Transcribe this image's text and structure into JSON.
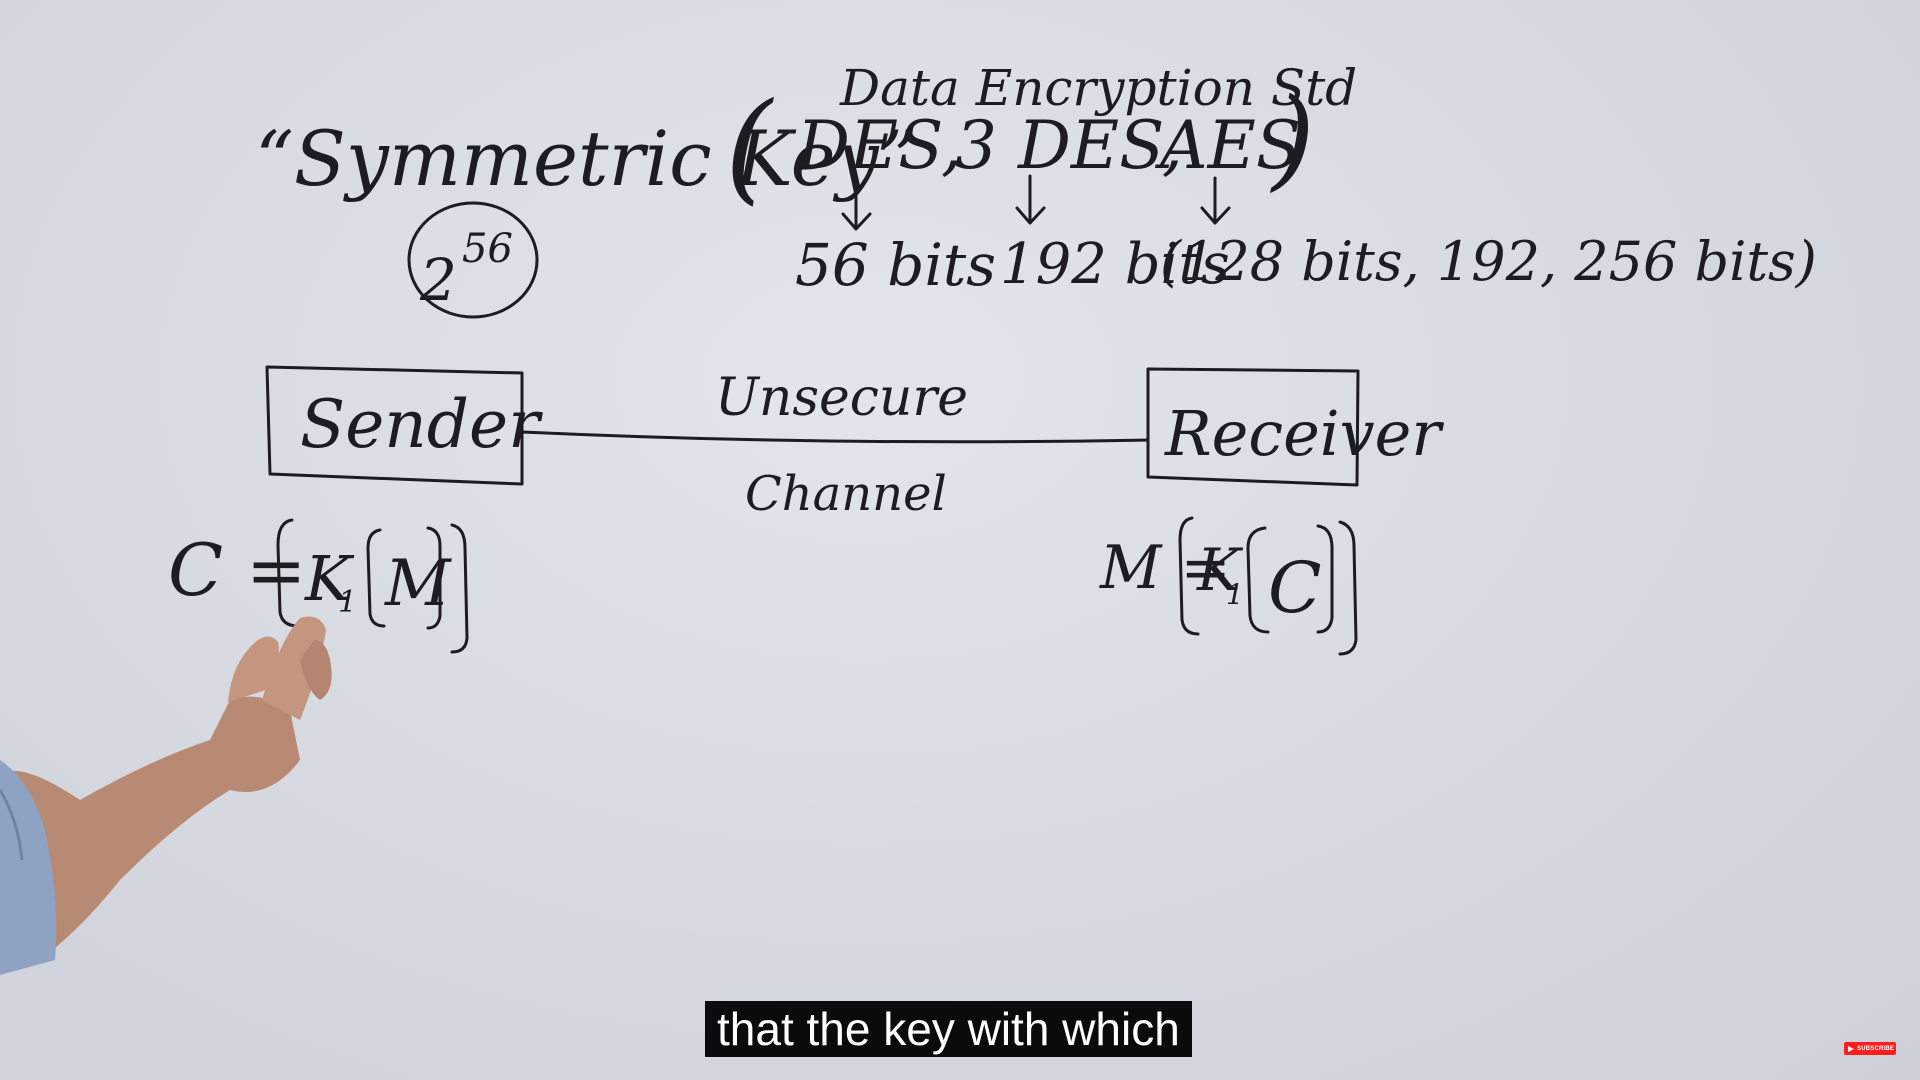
{
  "board": {
    "heading": "“Symmetric Key”",
    "key_space": {
      "base": "2",
      "exponent": "56"
    },
    "standard_note": "Data Encryption Std",
    "algorithms": {
      "open_paren": "(",
      "items": [
        "DES,",
        "3 DES,",
        "AES"
      ],
      "close_paren": ")"
    },
    "key_sizes": {
      "des": "56 bits",
      "triple_des": "192 bits",
      "aes": "(128 bits, 192, 256 bits)"
    },
    "sender_label": "Sender",
    "receiver_label": "Receiver",
    "channel_top": "Unsecure",
    "channel_bottom": "Channel",
    "encrypt_formula": {
      "lhs": "C =",
      "key": "K",
      "key_sub": "1",
      "arg": "M"
    },
    "decrypt_formula": {
      "lhs": "M =",
      "key": "K",
      "key_sub": "1",
      "arg": "C"
    }
  },
  "subtitle": "that the key with which",
  "subscribe_badge": {
    "label": "SUBSCRIBE",
    "color": "#ff1d1d"
  },
  "ink_color": "#1c1c22"
}
